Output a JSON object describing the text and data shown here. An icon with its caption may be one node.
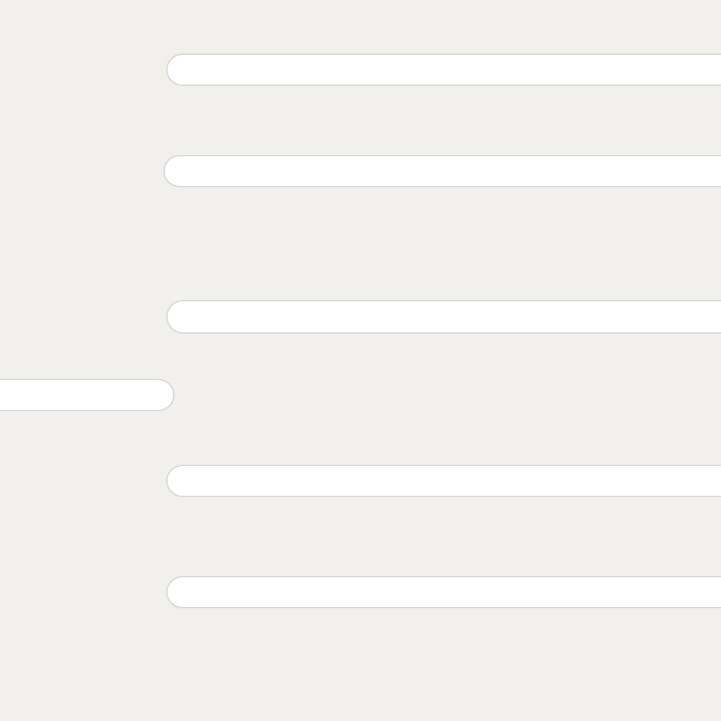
{
  "diagram": {
    "nodes": [
      {
        "text": [],
        "shape": "bar"
      },
      {
        "text": [],
        "shape": "bar"
      },
      {
        "text": [],
        "shape": "bar"
      },
      {
        "text": [],
        "shape": "bar"
      },
      {
        "text": [],
        "shape": "bar"
      },
      {
        "text": [],
        "shape": "bar"
      }
    ]
  }
}
